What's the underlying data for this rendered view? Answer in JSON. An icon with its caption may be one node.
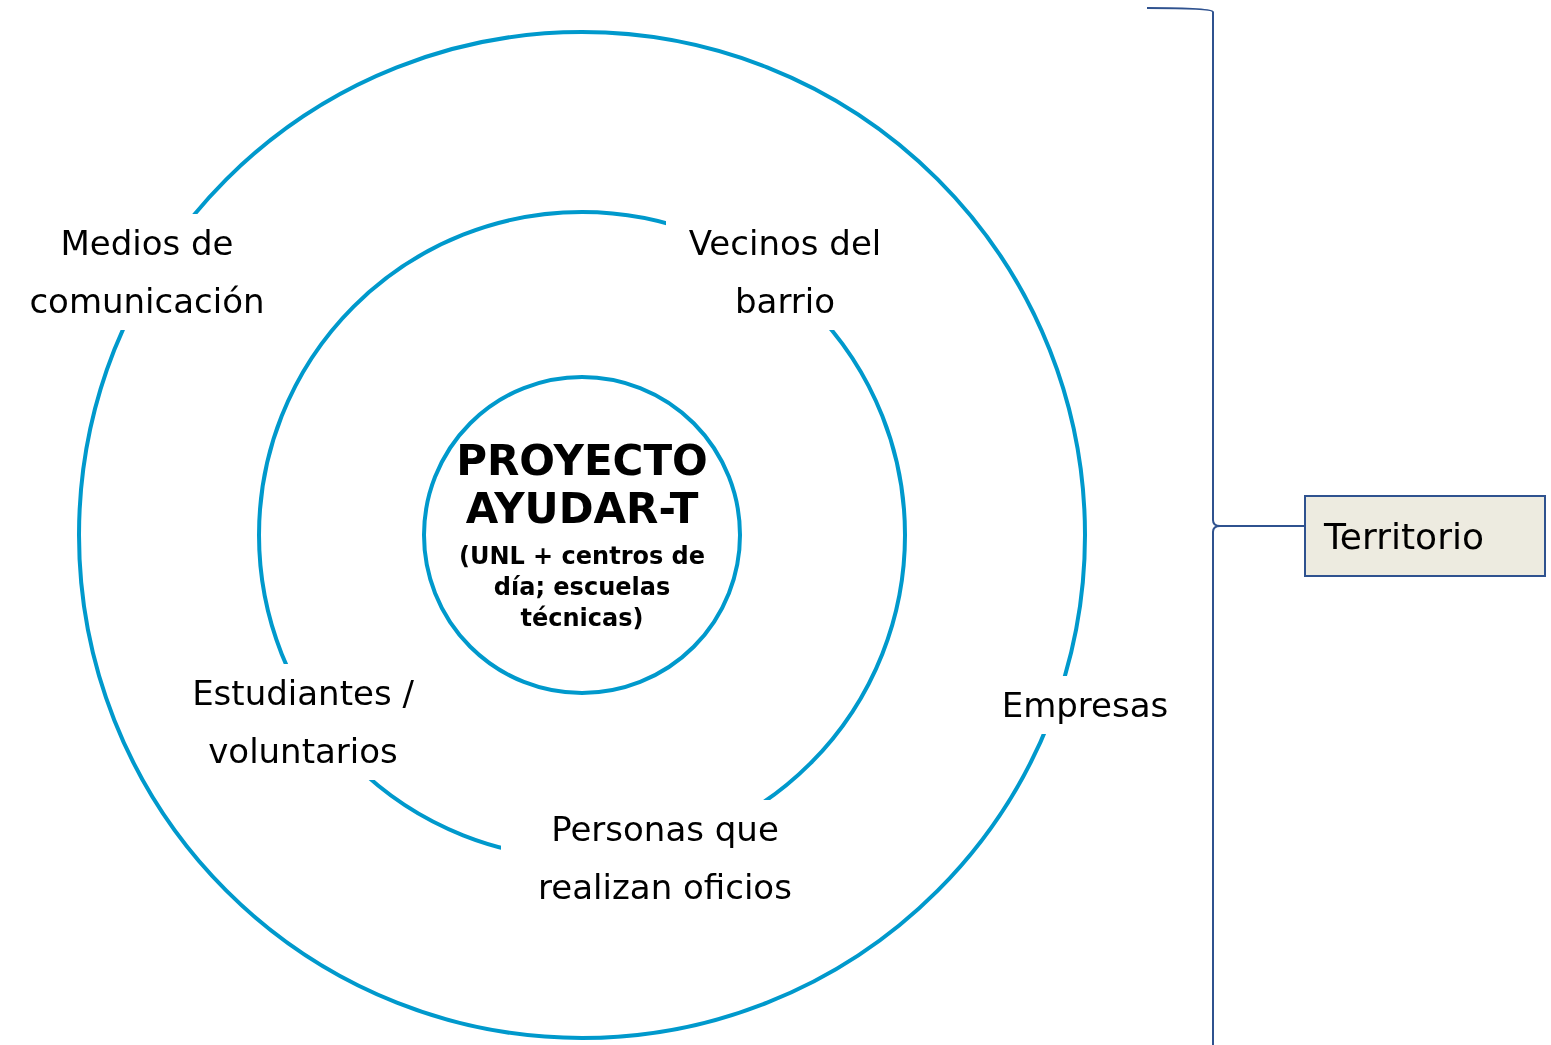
{
  "diagram": {
    "nodes": [
      {
        "text": [],
        "shape": "circle",
        "beside": [
          "Medios de comunicación",
          "Empresas"
        ]
      },
      {
        "text": [],
        "shape": "circle",
        "in": 0,
        "beside": [
          "Vecinos del barrio",
          "Estudiantes / voluntarios",
          "Personas que realizan oficios"
        ]
      },
      {
        "text": [
          "PROYECTO AYUDAR-T",
          "(UNL + centros de día; escuelas técnicas)"
        ],
        "in": 1
      },
      {
        "text": [
          "Territorio"
        ]
      }
    ],
    "edges": []
  }
}
